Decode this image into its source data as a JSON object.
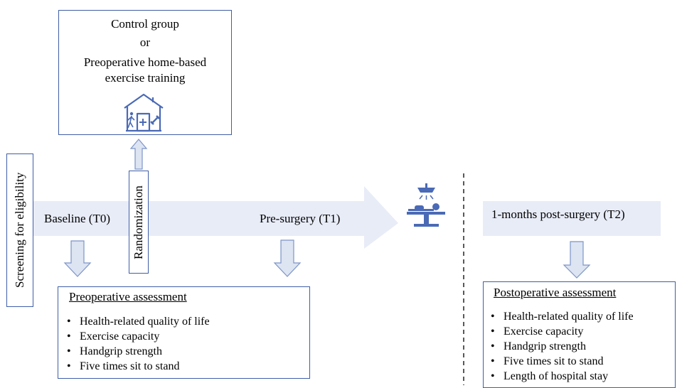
{
  "control_box": {
    "line1": "Control group",
    "line2": "or",
    "line3": "Preoperative home-based",
    "line4": "exercise training"
  },
  "screening_label": "Screening for eligibility",
  "randomization_label": "Randomization",
  "timeline": {
    "baseline": "Baseline (T0)",
    "presurgery": "Pre-surgery (T1)",
    "postsurgery": "1-months post-surgery (T2)"
  },
  "preop": {
    "heading": "Preoperative assessment",
    "items": [
      "Health-related quality of life",
      "Exercise capacity",
      "Handgrip strength",
      "Five times sit to stand"
    ]
  },
  "postop": {
    "heading": "Postoperative assessment",
    "items": [
      "Health-related quality of life",
      "Exercise capacity",
      "Handgrip strength",
      "Five times sit to stand",
      "Length of hospital stay"
    ]
  },
  "colors": {
    "box_border": "#3f5ea8",
    "band_fill": "#e8ecf7",
    "arrow_fill": "#dde4f2",
    "arrow_stroke": "#7d95c8",
    "icon_blue": "#4a6ab6"
  },
  "icons": [
    "house-icon",
    "surgery-bed-icon"
  ]
}
